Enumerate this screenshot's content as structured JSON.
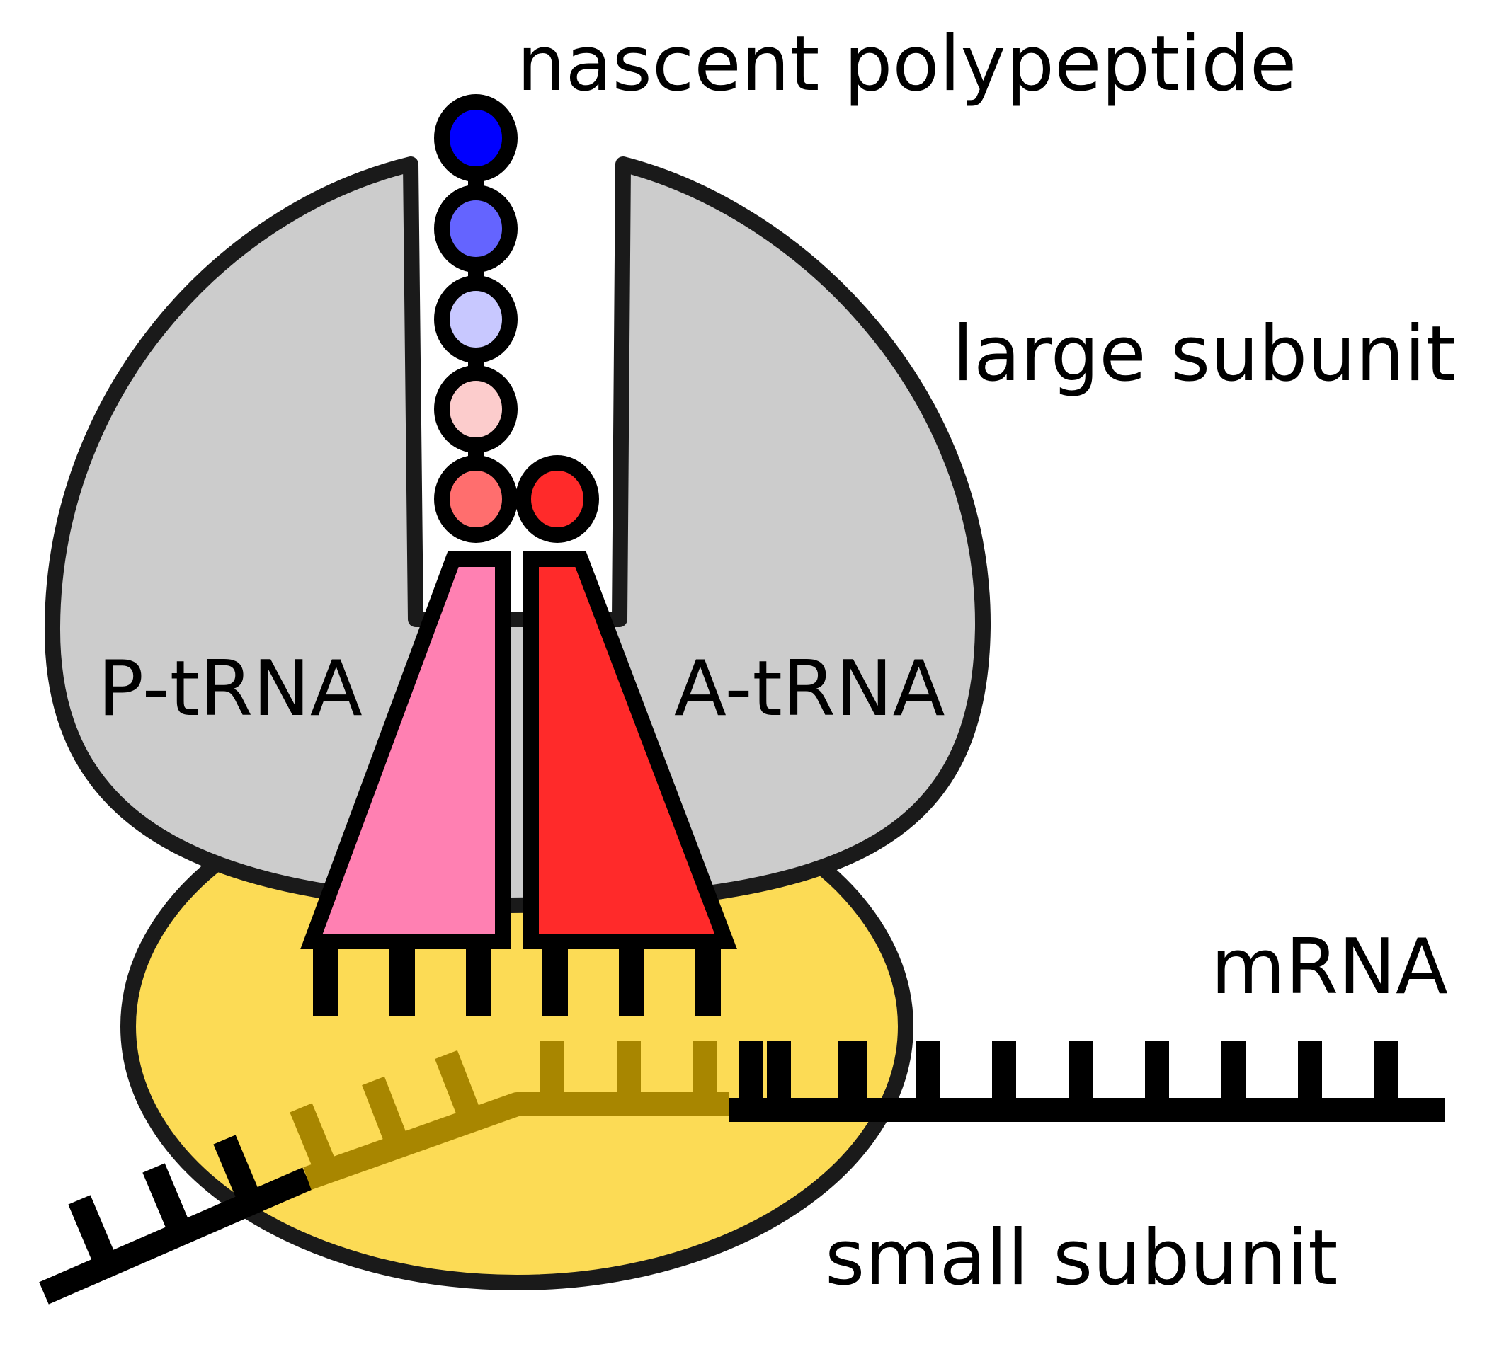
{
  "labels": {
    "nascent_polypeptide": "nascent polypeptide",
    "large_subunit": "large subunit",
    "p_trna": "P-tRNA",
    "a_trna": "A-tRNA",
    "mrna": "mRNA",
    "small_subunit": "small subunit"
  },
  "colors": {
    "large_subunit": "#cccccc",
    "small_subunit": "#fcdb55",
    "outline": "#1a1a1a",
    "p_trna": "#ff80b2",
    "a_trna": "#ff2a2a",
    "mrna_inside": "#a88600",
    "mrna_outside": "#000000",
    "amino_acids": [
      "#0000ff",
      "#6464ff",
      "#c8c8ff",
      "#fccccc",
      "#ff6e6e"
    ],
    "a_site_amino_acid": "#ff2a2a"
  }
}
